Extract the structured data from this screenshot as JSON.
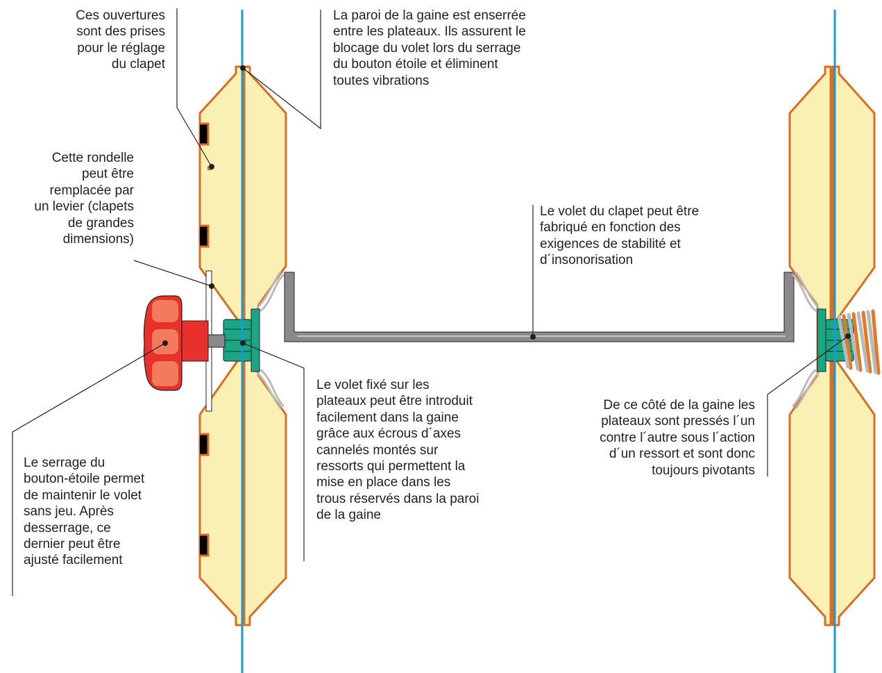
{
  "colors": {
    "wall": "#1a9ad6",
    "plate_fill": "#fbf0b4",
    "plate_edge": "#d86e24",
    "flap": "#8a8a8c",
    "knob": "#e8312b",
    "knob_highlight": "#f37a5c",
    "nut": "#1aa585",
    "spring": "#b9b9b9",
    "spring_orange": "#e07a2a",
    "text": "#231f20"
  },
  "labels": {
    "openings": "Ces ouvertures\nsont des prises\npour le réglage\ndu clapet",
    "wall_clamp": "La paroi de la gaine est enserrée\nentre les plateaux. Ils assurent le\nblocage du volet lors du serrage\ndu bouton étoile et éliminent\ntoutes vibrations",
    "washer": "Cette rondelle\npeut être\nremplacée par\nun levier (clapets\nde grandes\ndimensions)",
    "flap": "Le volet du clapet peut être\nfabriqué en fonction des\nexigences de stabilité et\nd´insonorisation",
    "fixed_flap": "Le volet fixé sur les\nplateaux peut être introduit\nfacilement dans la gaine\ngrâce aux écrous d´axes\ncannelés montés sur\nressorts qui permettent la\nmise en place dans les\ntrous réservés dans la paroi\nde la gaine",
    "other_side": "De ce côté de la gaine les\nplateaux sont pressés l´un\ncontre l´autre sous l´action\nd´un ressort et sont donc\ntoujours pivotants",
    "knob": "Le serrage du\nbouton-étoile permet\nde maintenir le volet\nsans jeu. Après\ndesserrage, ce\ndernier peut être\najusté facilement"
  }
}
